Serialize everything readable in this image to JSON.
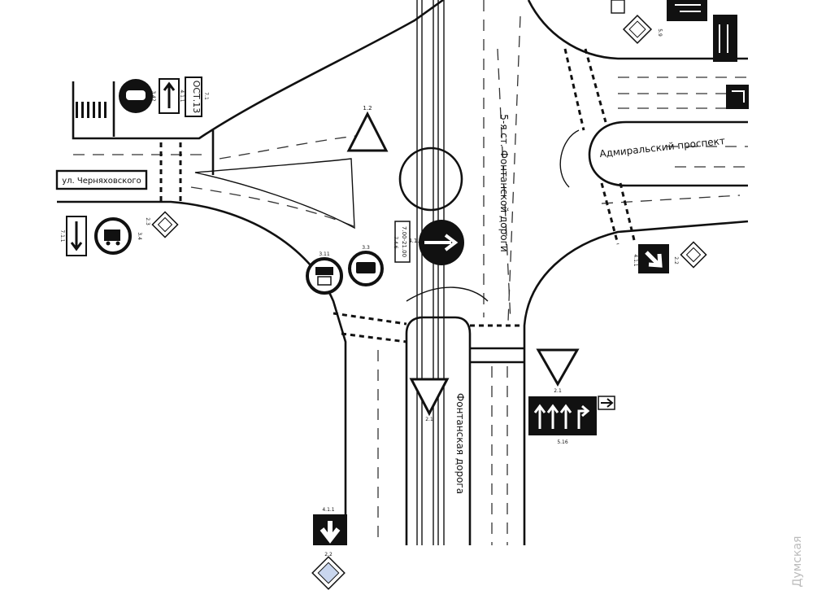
{
  "streets": {
    "fontanskaya": "Фонтанская дорога",
    "fontanskaya_5st": "5-я ст. Фонтанской дороги",
    "admiralsky": "Адмиральский проспект",
    "chernyakhovskogo": "ул. Черняховского"
  },
  "sign_codes": {
    "bus_plate": "7.1",
    "bus_top": "3.42",
    "bus_top_code": "4.1.1",
    "top_right_a": "2.1",
    "top_right_b": "5.9",
    "right_main": "2.2",
    "right_arrow": "4.1.1",
    "center_yield": "2.1",
    "lane_board": "5.16",
    "bottom_left_a": "4.1.1",
    "bottom_left_b": "2.2",
    "left_truck": "3.4",
    "left_arrow": "7.1.1",
    "left_diamond": "2.3",
    "mid_bus": "3.3",
    "mid_bus2": "3.11",
    "center_time": "7.4.6",
    "center_arrow": "4.1.2",
    "top_yield": "1.2"
  },
  "plates": {
    "ostanovka": "ОСТ.13",
    "time": "7.00-21.00"
  },
  "watermark": "Думская",
  "colors": {
    "ink": "#111111",
    "diamond_fill": "#c9d6ee",
    "background": "#ffffff"
  }
}
